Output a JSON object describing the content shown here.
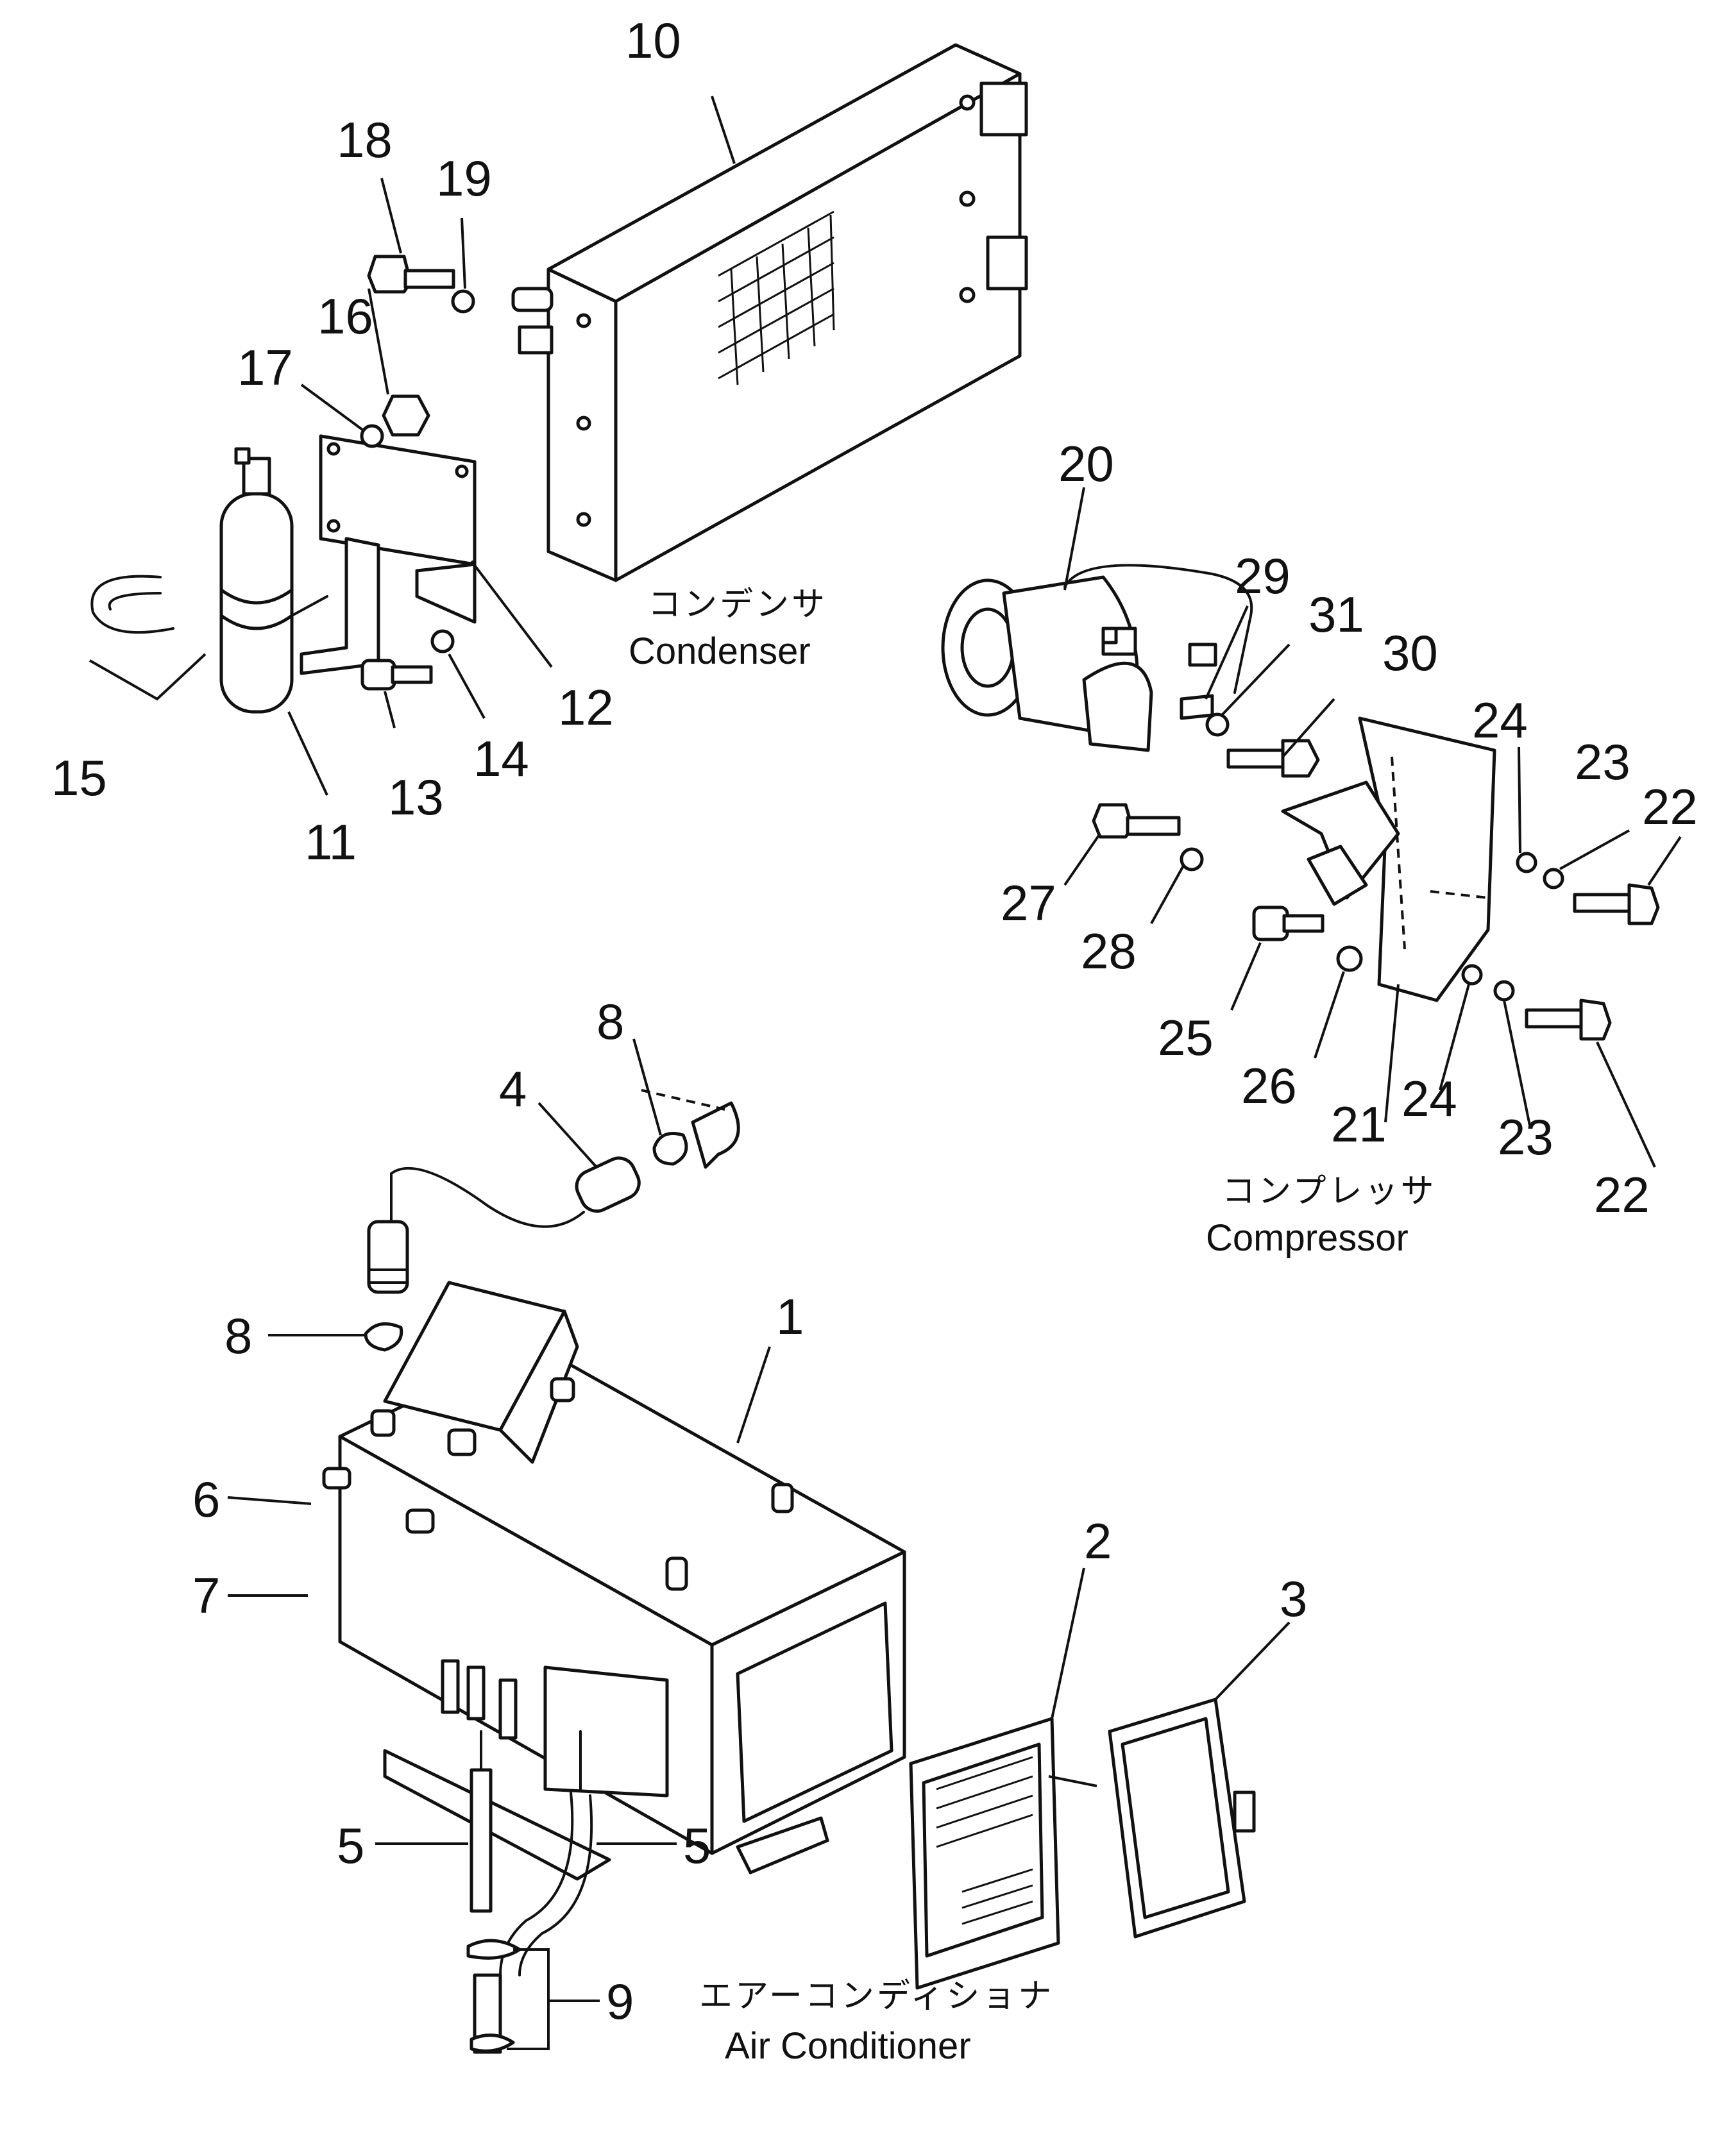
{
  "groups": {
    "condenser": {
      "title_jp": "コンデンサ",
      "title_en": "Condenser",
      "callouts": [
        "10",
        "18",
        "19",
        "16",
        "17",
        "12",
        "13",
        "14",
        "15",
        "11"
      ]
    },
    "compressor": {
      "title_jp": "コンプレッサ",
      "title_en": "Compressor",
      "callouts": [
        "20",
        "29",
        "31",
        "30",
        "24",
        "23",
        "22",
        "27",
        "28",
        "25",
        "26",
        "21",
        "24",
        "23",
        "22"
      ]
    },
    "air_conditioner": {
      "title_jp": "エアーコンディショナ",
      "title_en": "Air Conditioner",
      "callouts": [
        "8",
        "4",
        "8",
        "1",
        "6",
        "7",
        "2",
        "3",
        "5",
        "5",
        "9"
      ]
    }
  }
}
